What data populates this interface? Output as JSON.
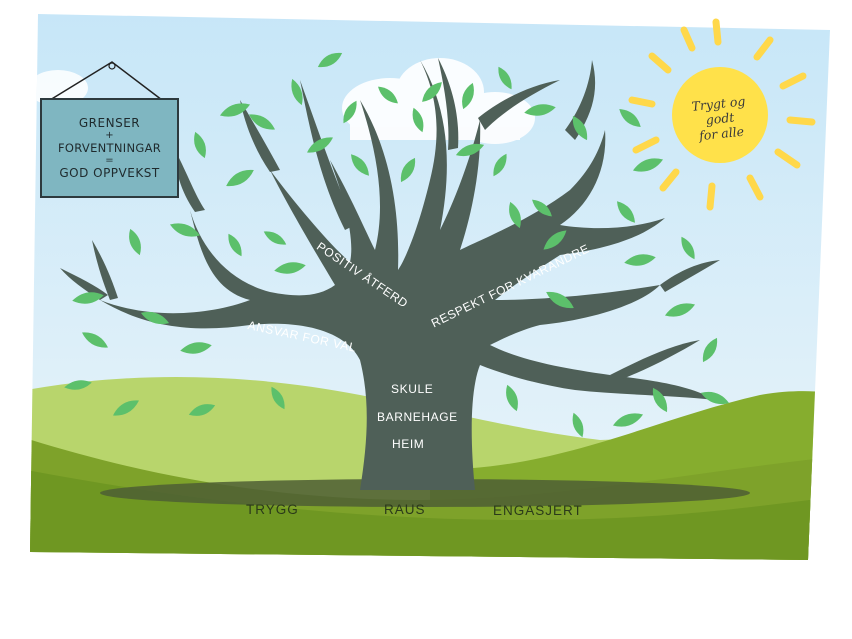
{
  "sign": {
    "line1": "GRENSER",
    "op1": "+",
    "line2": "FORVENTNINGAR",
    "op2": "=",
    "line3": "GOD OPPVEKST"
  },
  "sun": {
    "line1": "Trygt og godt",
    "line2": "for alle"
  },
  "branches": {
    "left": "ANSVAR FOR VAL",
    "middle": "POSITIV ÅTFERD",
    "right": "RESPEKT FOR KVARANDRE"
  },
  "trunk": {
    "top": "SKULE",
    "middle": "BARNEHAGE",
    "bottom": "HEIM"
  },
  "roots": {
    "left": "TRYGG",
    "middle": "RAUS",
    "right": "ENGASJERT"
  },
  "colors": {
    "sky": "#cfe8f7",
    "grass_light": "#b5d46a",
    "grass_dark": "#7fa82a",
    "trunk": "#4f6058",
    "leaf": "#5cbf6a",
    "sun": "#ffe24a",
    "sign": "#7fb6c1"
  }
}
